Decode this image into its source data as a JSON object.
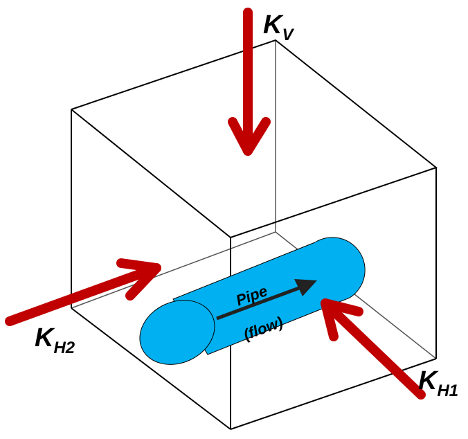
{
  "labels": {
    "kv": {
      "main": "K",
      "sub": "V"
    },
    "kh1": {
      "main": "K",
      "sub": "H1"
    },
    "kh2": {
      "main": "K",
      "sub": "H2"
    },
    "pipe": "Pipe",
    "flow": "(flow)"
  },
  "colors": {
    "arrow": "#c00000",
    "pipe": "#00b0f0",
    "line": "#000000"
  }
}
